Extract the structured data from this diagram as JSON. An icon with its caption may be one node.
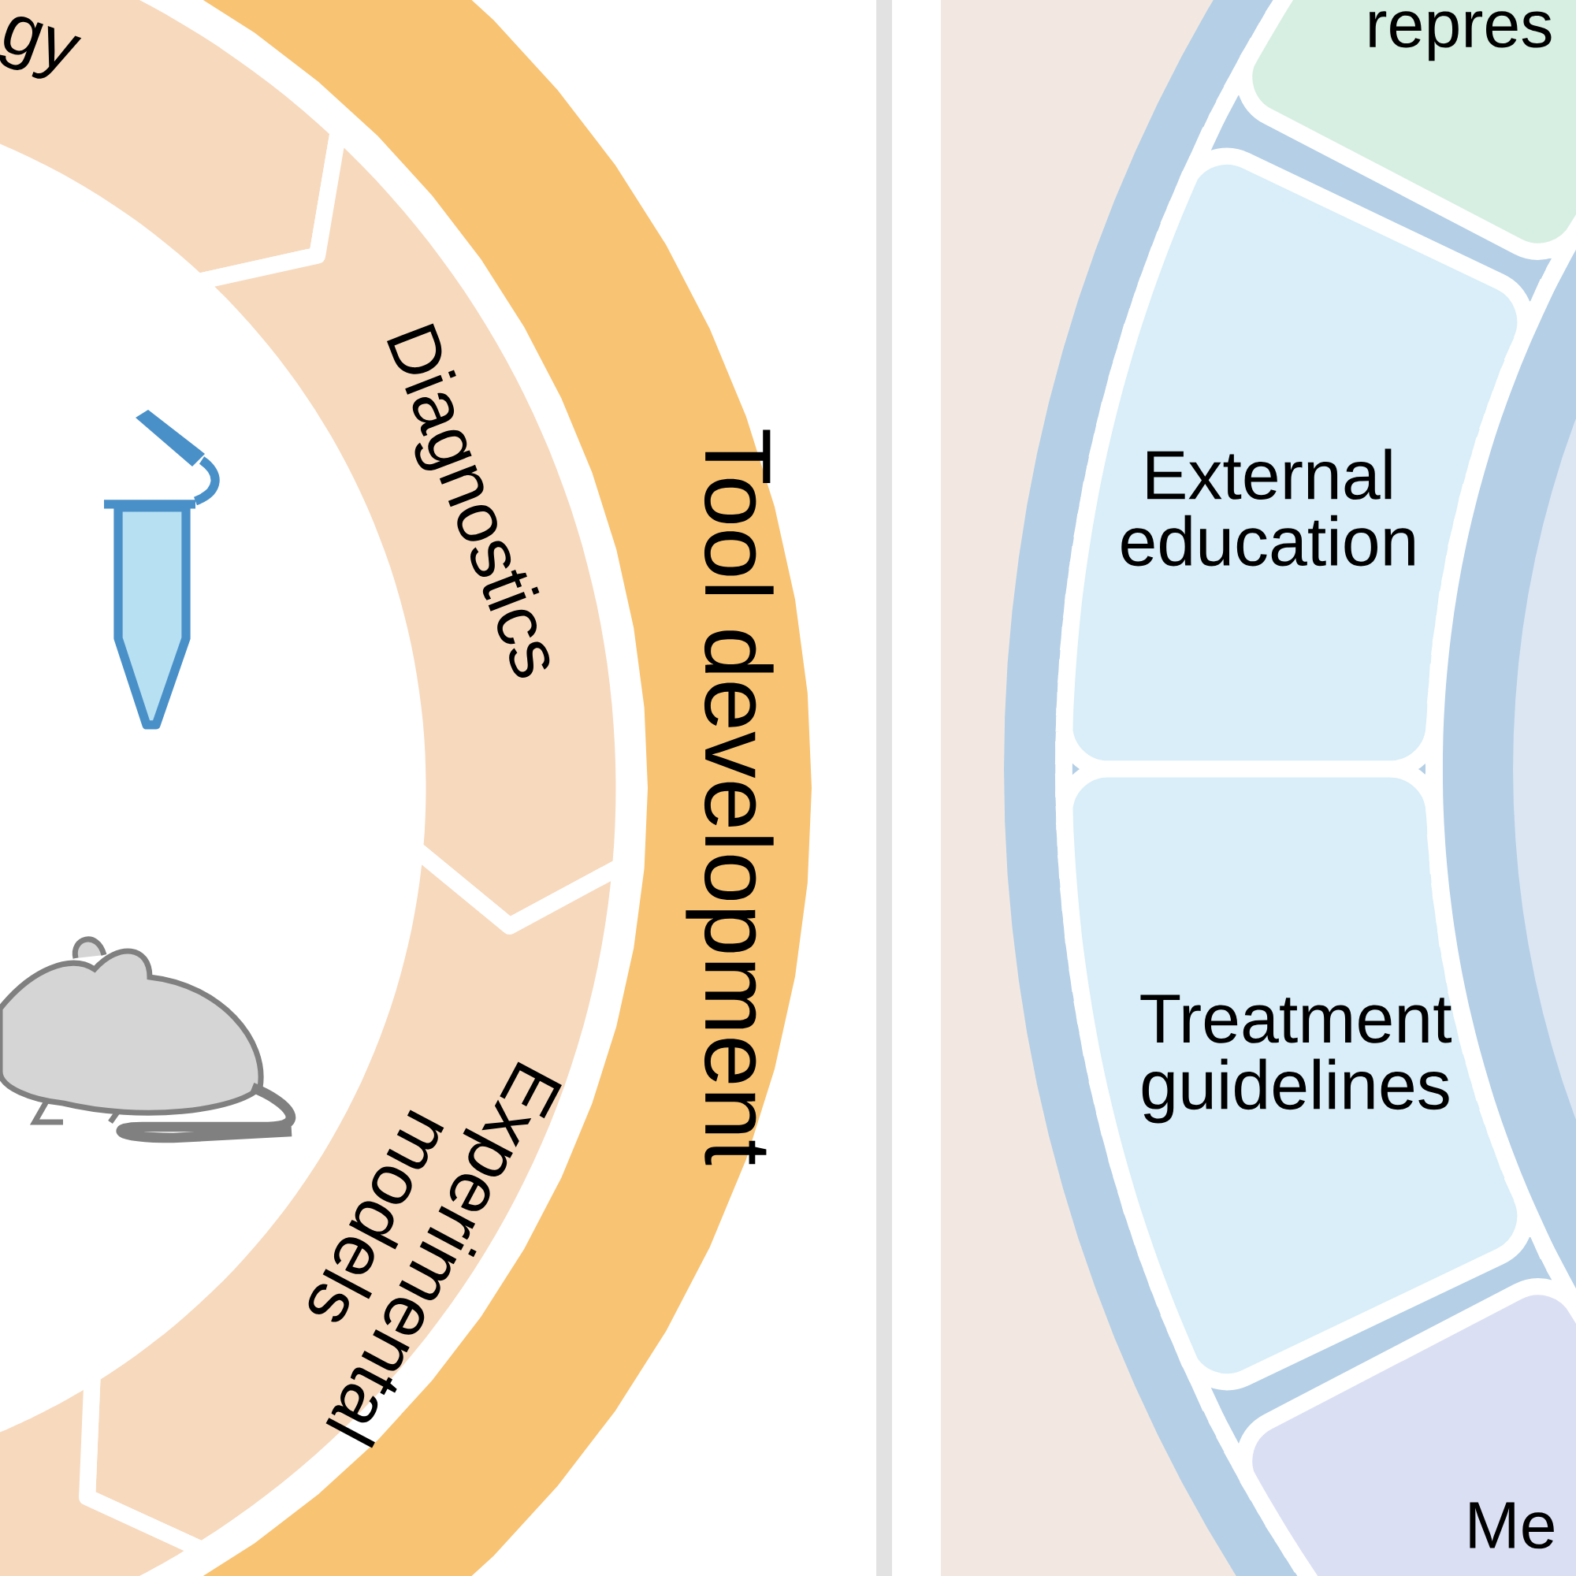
{
  "diagram": {
    "nodes": [
      {
        "text": [
          "gy"
        ]
      },
      {
        "text": [
          "Diagnostics"
        ]
      },
      {
        "text": [
          "Experimental models"
        ]
      },
      {
        "text": [],
        "shape": "band"
      },
      {
        "text": [
          "Tool development"
        ]
      },
      {
        "text": [
          "repres"
        ]
      },
      {
        "text": [
          "External education"
        ]
      },
      {
        "text": [
          "Treatment guidelines"
        ]
      },
      {
        "text": [
          "Me"
        ]
      }
    ]
  }
}
